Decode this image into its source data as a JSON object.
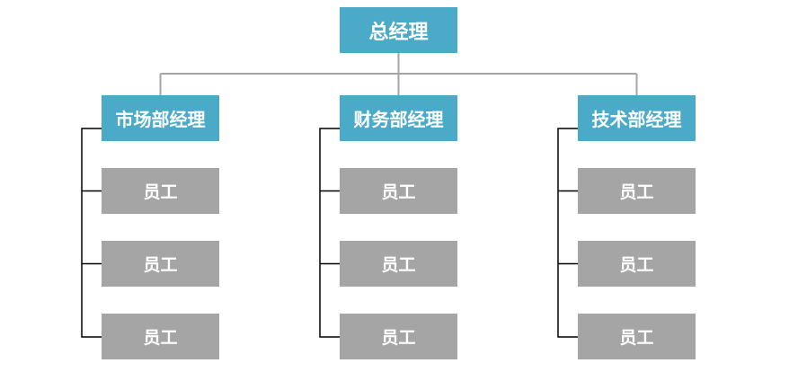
{
  "colors": {
    "manager_box": "#4AAAC8",
    "employee_box": "#A5A5A5",
    "top_connector": "#A5A5A5",
    "side_connector": "#000000"
  },
  "general_manager": {
    "label": "总经理"
  },
  "departments": [
    {
      "label": "市场部经理",
      "employees": [
        "员工",
        "员工",
        "员工"
      ]
    },
    {
      "label": "财务部经理",
      "employees": [
        "员工",
        "员工",
        "员工"
      ]
    },
    {
      "label": "技术部经理",
      "employees": [
        "员工",
        "员工",
        "员工"
      ]
    }
  ]
}
